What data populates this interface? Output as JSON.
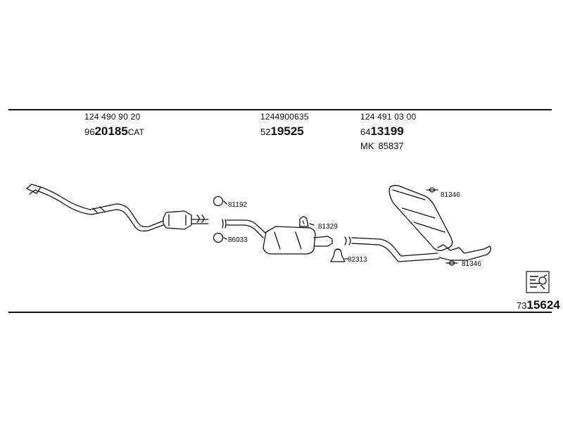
{
  "parts": [
    {
      "oe_number": "124 490 90 20",
      "code_prefix": "96",
      "code_main": "20185",
      "code_suffix": "CAT"
    },
    {
      "oe_number": "1244900635",
      "code_prefix": "52",
      "code_main": "19525"
    },
    {
      "oe_number": "124 491 03 00",
      "code_prefix": "64",
      "code_main": "13199",
      "kit_label": "MK",
      "kit_number": "85837"
    }
  ],
  "callouts": {
    "c81192": "81192",
    "c86033": "86033",
    "c81329": "81329",
    "c82313": "82313",
    "c81346_top": "81346",
    "c81346_bottom": "81346"
  },
  "document_code": {
    "prefix": "73",
    "main": "15624"
  },
  "icons": {
    "reference": "document-reference-icon"
  }
}
